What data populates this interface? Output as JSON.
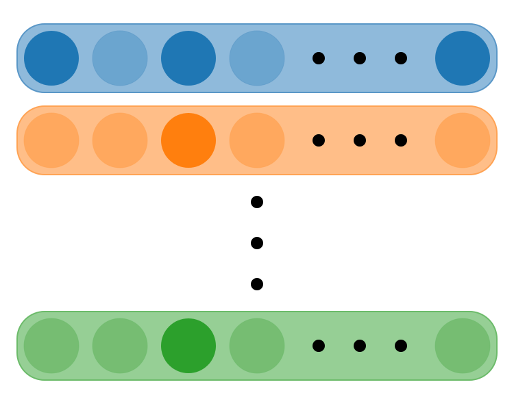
{
  "rows": [
    {
      "name": "blue",
      "bar_fill": "#8FBADB",
      "bar_stroke": "#5A97C7",
      "strong": "#1F77B4",
      "faint": "#6BA5CF",
      "highlighted": [
        true,
        false,
        true,
        false,
        true
      ]
    },
    {
      "name": "orange",
      "bar_fill": "#FFBE88",
      "bar_stroke": "#FFA354",
      "strong": "#FF7F0E",
      "faint": "#FFA85E",
      "highlighted": [
        false,
        false,
        true,
        false,
        false
      ]
    },
    {
      "name": "green",
      "bar_fill": "#96CF95",
      "bar_stroke": "#6CBB6A",
      "strong": "#2CA02C",
      "faint": "#76BD72",
      "highlighted": [
        false,
        false,
        true,
        false,
        false
      ]
    }
  ],
  "ellipsis_color": "#000000"
}
